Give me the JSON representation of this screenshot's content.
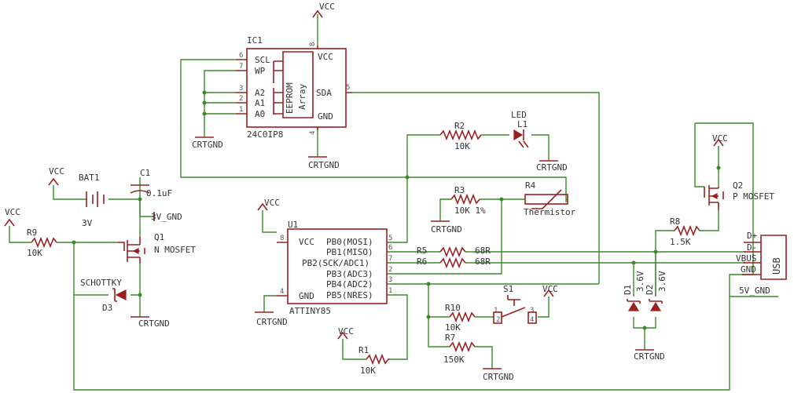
{
  "ic1": {
    "name": "IC1",
    "value": "24C0IP8",
    "pins": {
      "scl": "SCL",
      "wp": "WP",
      "a2": "A2",
      "a1": "A1",
      "a0": "A0",
      "vcc": "VCC",
      "sda": "SDA",
      "gnd": "GND"
    },
    "pin_numbers": {
      "scl": "6",
      "wp": "7",
      "a2": "3",
      "a1": "2",
      "a0": "1",
      "vcc": "8",
      "sda": "5",
      "gnd": "4"
    },
    "array_label_1": "EEPROM",
    "array_label_2": "Array"
  },
  "u1": {
    "name": "U1",
    "value": "ATTINY85",
    "pins": {
      "vcc": "VCC",
      "gnd": "GND",
      "pb0": "PB0(MOSI)",
      "pb1": "PB1(MISO)",
      "pb2": "PB2(SCK/ADC1)",
      "pb3": "PB3(ADC3)",
      "pb4": "PB4(ADC2)",
      "pb5": "PB5(NRES)"
    },
    "pin_numbers": {
      "vcc": "8",
      "gnd": "4",
      "pb0": "5",
      "pb1": "6",
      "pb2": "7",
      "pb3": "2",
      "pb4": "3",
      "pb5": "1"
    }
  },
  "components": {
    "bat1_name": "BAT1",
    "bat1_value": "3V",
    "c1_name": "C1",
    "c1_value": "0.1uF",
    "q1_name": "Q1",
    "q1_value": "N MOSFET",
    "r9_name": "R9",
    "r9_value": "10K",
    "d3_name": "D3",
    "d3_value": "SCHOTTKY",
    "r2_name": "R2",
    "r2_value": "10K",
    "l1_name": "L1",
    "l1_value": "LED",
    "r3_name": "R3",
    "r3_value": "10K 1%",
    "r4_name": "R4",
    "r4_value": "Thermistor",
    "r5_name": "R5",
    "r5_value": "68R",
    "r6_name": "R6",
    "r6_value": "68R",
    "r1_name": "R1",
    "r1_value": "10K",
    "r10_name": "R10",
    "r10_value": "10K",
    "r7_name": "R7",
    "r7_value": "150K",
    "s1_name": "S1",
    "s1_pins": {
      "p1": "1",
      "p2": "2",
      "p3": "3",
      "p4": "4"
    },
    "r8_name": "R8",
    "r8_value": "1.5K",
    "q2_name": "Q2",
    "q2_value": "P MOSFET",
    "d1_name": "D1",
    "d1_value": "3.6V",
    "d2_name": "D2",
    "d2_value": "3.6V",
    "usb_name": "USB",
    "usb_pins": {
      "dplus": "D+",
      "dminus": "D-",
      "vbus": "VBUS",
      "gnd": "GND"
    }
  },
  "nets": {
    "vcc": "VCC",
    "crtgnd": "CRTGND",
    "gnd_3v": "3V_GND",
    "gnd_5v": "5V_GND"
  }
}
